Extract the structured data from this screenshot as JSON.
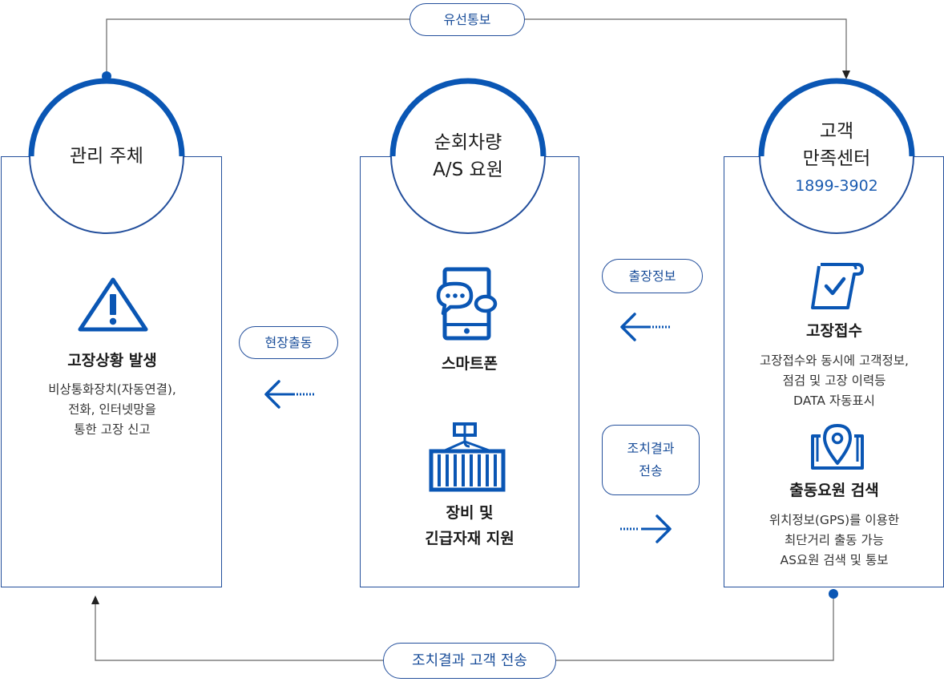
{
  "top_flow": {
    "label": "유선통보"
  },
  "bottom_flow": {
    "label": "조치결과 고객 전송"
  },
  "left": {
    "title": "관리 주체",
    "item": {
      "icon": "warning-icon",
      "title": "고장상황 발생",
      "desc": [
        "비상통화장치(자동연결),",
        "전화, 인터넷망을",
        "통한 고장 신고"
      ]
    }
  },
  "middle": {
    "title_lines": [
      "순회차량",
      "A/S 요원"
    ],
    "items": [
      {
        "icon": "smartphone-chat-icon",
        "title_lines": [
          "스마트폰"
        ]
      },
      {
        "icon": "container-crane-icon",
        "title_lines": [
          "장비 및",
          "긴급자재 지원"
        ]
      }
    ]
  },
  "right": {
    "title_lines": [
      "고객",
      "만족센터"
    ],
    "phone": "1899-3902",
    "items": [
      {
        "icon": "document-check-icon",
        "title": "고장접수",
        "desc": [
          "고장접수와 동시에 고객정보,",
          "점검 및 고장 이력등",
          "DATA 자동표시"
        ]
      },
      {
        "icon": "map-pin-icon",
        "title": "출동요원 검색",
        "desc": [
          "위치정보(GPS)를 이용한",
          "최단거리 출동 가능",
          "AS요원 검색 및 통보"
        ]
      }
    ]
  },
  "connectors": {
    "left_pill": "현장출동",
    "right_top_pill": "출장정보",
    "right_bottom_pill": [
      "조치결과",
      "전송"
    ]
  },
  "colors": {
    "border": "#234f9c",
    "accent": "#0a56b4",
    "text_blue": "#1a5bb0"
  }
}
